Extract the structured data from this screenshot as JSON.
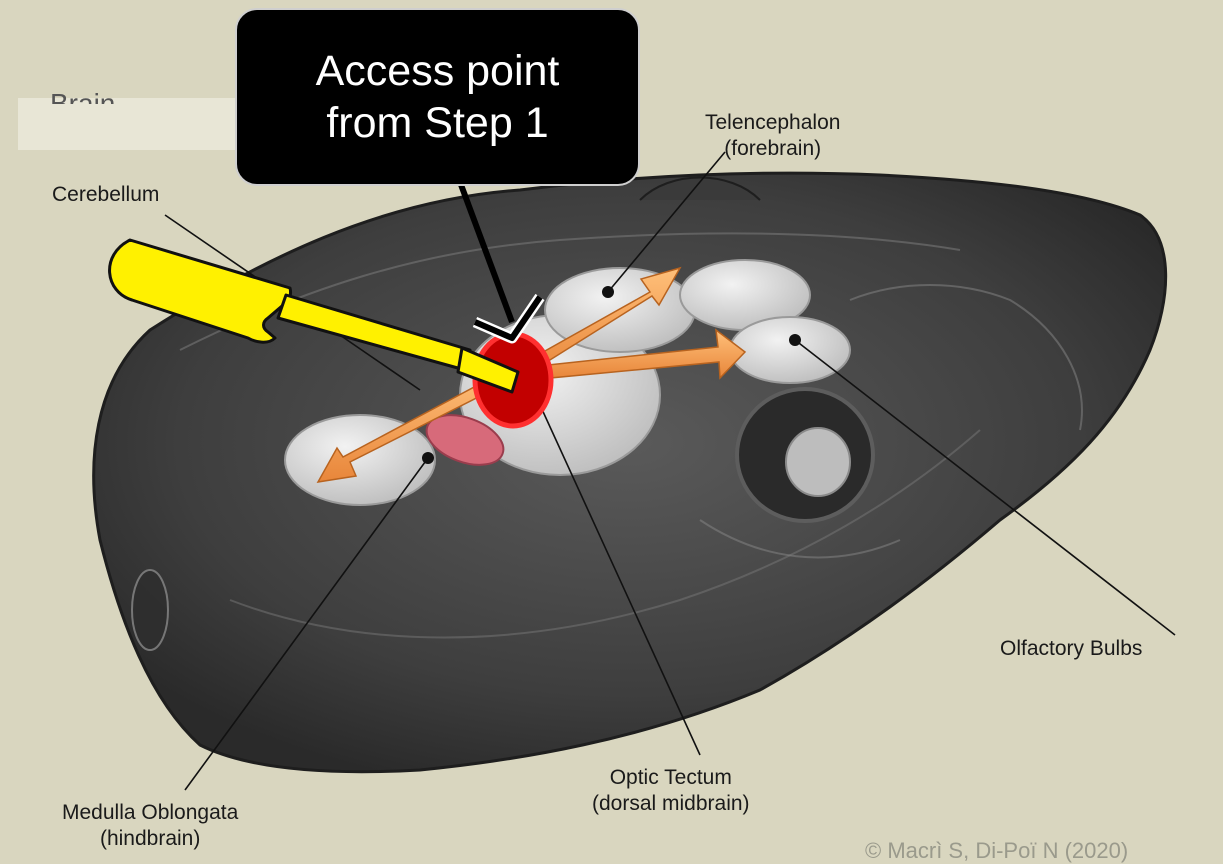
{
  "labels": {
    "cerebellum": "Cerebellum",
    "telencephalon": [
      "Telencephalon",
      "(forebrain)"
    ],
    "olfactory": "Olfactory Bulbs",
    "optic_tectum": [
      "Optic Tectum",
      "(dorsal midbrain)"
    ],
    "medulla": [
      "Medulla Oblongata",
      "(hindbrain)"
    ]
  },
  "callout": [
    "Access point",
    "from Step 1"
  ],
  "partial_heading": "Brain",
  "credit": "© Macrì S, Di-Poï N (2020)",
  "colors": {
    "background": "#d9d6bf",
    "access_point": "#cc0000",
    "arrows": "#f0a050",
    "screwdriver": "#ffee00"
  },
  "icons": [
    "screwdriver-icon",
    "access-point-marker",
    "brain-scan-image"
  ]
}
